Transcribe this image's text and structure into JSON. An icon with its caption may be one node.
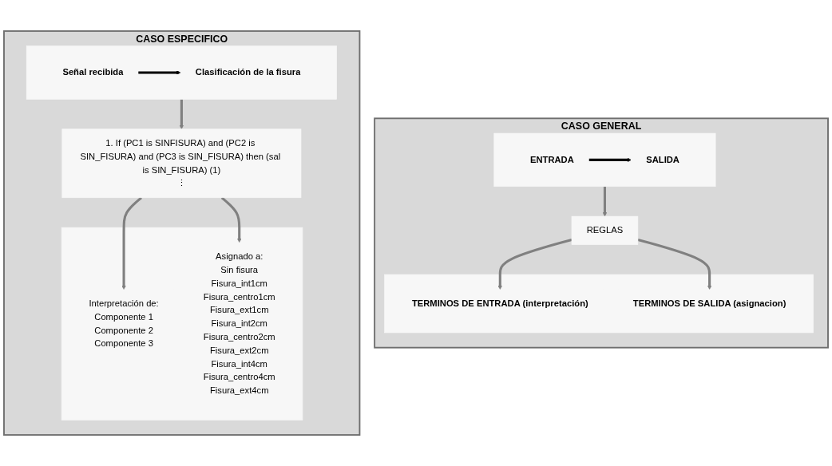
{
  "diagram": {
    "nodes": [
      {
        "text": [
          "CASO GENERAL"
        ]
      },
      {
        "text": [],
        "shape": "box",
        "in": 0
      },
      {
        "text": [
          "ENTRADA"
        ],
        "in": 1
      },
      {
        "text": [
          "SALIDA"
        ],
        "in": 1
      },
      {
        "text": [
          "REGLAS"
        ],
        "in": 0
      },
      {
        "text": [],
        "shape": "box",
        "in": 0
      },
      {
        "text": [
          "TERMINOS DE ENTRADA (interpretación)"
        ],
        "in": 5
      },
      {
        "text": [
          "TERMINOS DE SALIDA (asignacion)"
        ],
        "in": 5
      },
      {
        "text": [
          "CASO ESPECIFICO"
        ]
      },
      {
        "text": [],
        "shape": "box",
        "in": 8
      },
      {
        "text": [
          "Señal recibida"
        ],
        "in": 9
      },
      {
        "text": [
          "Clasificación de la fisura"
        ],
        "in": 9
      },
      {
        "text": [
          "1. If (PC1 is SINFISURA) and (PC2 is SIN_FISURA) and (PC3 is SIN_FISURA) then (sal is SIN_FISURA) (1)",
          "⋮"
        ],
        "in": 8
      },
      {
        "text": [],
        "shape": "box",
        "in": 8
      },
      {
        "text": [
          "Interpretación de:",
          "Componente 1",
          "Componente 2",
          "Componente 3"
        ],
        "in": 13
      },
      {
        "text": [
          "Asignado a:",
          "Sin fisura",
          "Fisura_int1cm",
          "Fisura_centro1cm",
          "Fisura_ext1cm",
          "Fisura_int2cm",
          "Fisura_centro2cm",
          "Fisura_ext2cm",
          "Fisura_int4cm",
          "Fisura_centro4cm",
          "Fisura_ext4cm"
        ],
        "in": 13
      }
    ],
    "edges": [
      {
        "from": 2,
        "to": 3,
        "arrow": "to",
        "color": "#000000"
      },
      {
        "from": 1,
        "to": 4,
        "arrow": "to"
      },
      {
        "from": 4,
        "to": 6,
        "arrow": "to"
      },
      {
        "from": 4,
        "to": 7,
        "arrow": "to"
      },
      {
        "from": 10,
        "to": 11,
        "arrow": "to",
        "color": "#000000"
      },
      {
        "from": 9,
        "to": 12,
        "arrow": "to"
      },
      {
        "from": 12,
        "to": 14,
        "arrow": "to"
      },
      {
        "from": 12,
        "to": 15,
        "arrow": "to"
      }
    ]
  }
}
